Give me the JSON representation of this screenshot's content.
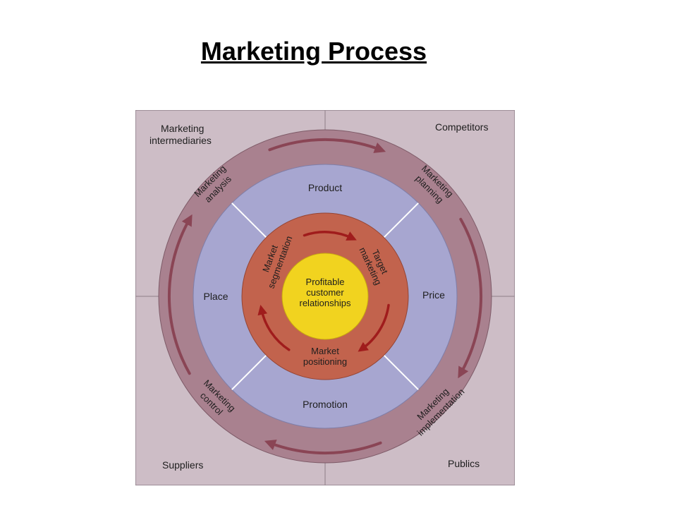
{
  "page": {
    "title": "Marketing Process"
  },
  "corners": {
    "top_left": [
      "Marketing",
      "intermediaries"
    ],
    "top_right": "Competitors",
    "bottom_left": "Suppliers",
    "bottom_right": "Publics"
  },
  "outer_ring": {
    "analysis": [
      "Marketing",
      "analysis"
    ],
    "planning": [
      "Marketing",
      "planning"
    ],
    "implementation": [
      "Marketing",
      "implementation"
    ],
    "control": [
      "Marketing",
      "control"
    ]
  },
  "mix_ring": {
    "product": "Product",
    "price": "Price",
    "promotion": "Promotion",
    "place": "Place"
  },
  "strategy_ring": {
    "segmentation": [
      "Market",
      "segmentation"
    ],
    "targeting": [
      "Target",
      "marketing"
    ],
    "positioning": [
      "Market",
      "positioning"
    ]
  },
  "center": [
    "Profitable",
    "customer",
    "relationships"
  ],
  "colors": {
    "frame_bg": "#cdbdc6",
    "outer_ring": "#a9818f",
    "outer_arrow": "#8a4555",
    "mix_ring": "#a7a6d0",
    "strategy_ring": "#c2634d",
    "strategy_arrow": "#a01c1c",
    "center": "#f1d31f"
  }
}
